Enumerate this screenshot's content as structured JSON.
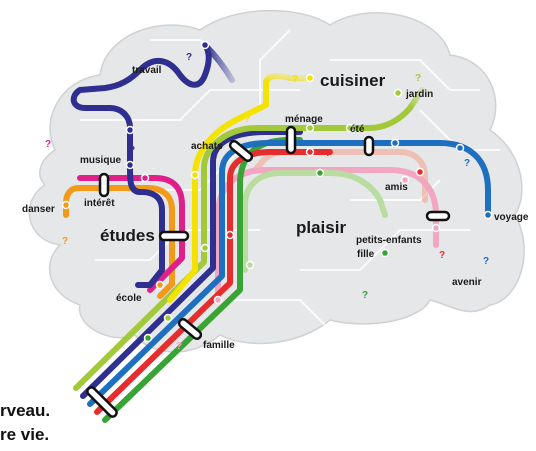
{
  "labels": {
    "travail": "travail",
    "cuisiner": "cuisiner",
    "jardin": "jardin",
    "musique": "musique",
    "achats": "achats",
    "menage": "ménage",
    "ete": "été",
    "interet": "intérêt",
    "danser": "danser",
    "etudes": "études",
    "plaisir": "plaisir",
    "amis": "amis",
    "voyage": "voyage",
    "petits_enfants": "petits-enfants",
    "fille": "fille",
    "avenir": "avenir",
    "ecole": "école",
    "famille": "famille"
  },
  "question_mark": "?",
  "tagline": {
    "line1": "rveau.",
    "line2": "re vie."
  },
  "colors": {
    "navy": "#2e2f8f",
    "blue": "#1f6fc0",
    "red": "#e52d2d",
    "green": "#3aa335",
    "lime": "#a2c93a",
    "yellow": "#f4e300",
    "orange": "#f39a1b",
    "magenta": "#e0208a",
    "pink": "#f2a6c2",
    "lightgreen": "#b9dca0",
    "salmon": "#f4a08a",
    "cloud": "#e6e7e8"
  }
}
